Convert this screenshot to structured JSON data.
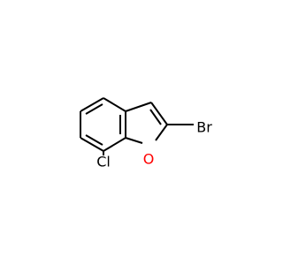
{
  "molecule": {
    "atoms": {
      "bromine": {
        "symbol": "Br",
        "color": "#000000"
      },
      "oxygen": {
        "symbol": "O",
        "color": "#ff0000"
      },
      "chlorine": {
        "symbol": "Cl",
        "color": "#000000"
      }
    }
  }
}
